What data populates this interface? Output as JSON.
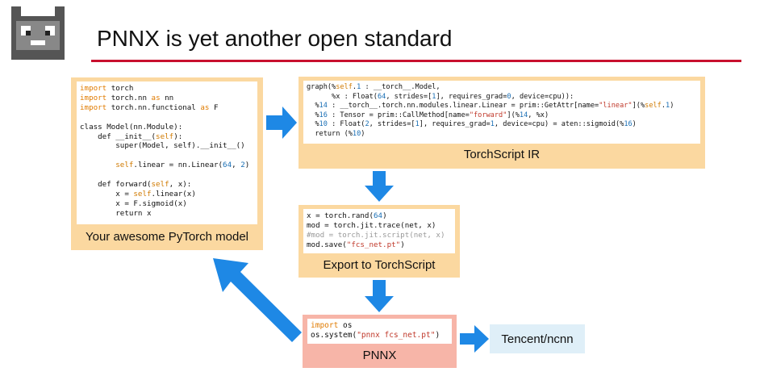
{
  "title": "PNNX is yet another open standard",
  "colors": {
    "accent_rule": "#c8102e",
    "arrow": "#1e88e5",
    "code_box": "#fbd8a0",
    "pnnx_box": "#f7b5a8",
    "ncnn_box": "#dfeff8"
  },
  "logo": {
    "name": "pixel-cat-logo-icon"
  },
  "pytorch_model": {
    "caption": "Your awesome PyTorch model",
    "code": [
      [
        {
          "t": "import",
          "c": "kw"
        },
        {
          "t": " torch"
        }
      ],
      [
        {
          "t": "import",
          "c": "kw"
        },
        {
          "t": " torch.nn "
        },
        {
          "t": "as",
          "c": "kw"
        },
        {
          "t": " nn"
        }
      ],
      [
        {
          "t": "import",
          "c": "kw"
        },
        {
          "t": " torch.nn.functional "
        },
        {
          "t": "as",
          "c": "kw"
        },
        {
          "t": " F"
        }
      ],
      [
        {
          "t": ""
        }
      ],
      [
        {
          "t": "class Model(nn.Module):"
        }
      ],
      [
        {
          "t": "    def __init__("
        },
        {
          "t": "self",
          "c": "kw2"
        },
        {
          "t": "):"
        }
      ],
      [
        {
          "t": "        super(Model, self).__init__()"
        }
      ],
      [
        {
          "t": ""
        }
      ],
      [
        {
          "t": "        "
        },
        {
          "t": "self",
          "c": "kw2"
        },
        {
          "t": ".linear = nn.Linear("
        },
        {
          "t": "64",
          "c": "num"
        },
        {
          "t": ", "
        },
        {
          "t": "2",
          "c": "num"
        },
        {
          "t": ")"
        }
      ],
      [
        {
          "t": ""
        }
      ],
      [
        {
          "t": "    def forward("
        },
        {
          "t": "self",
          "c": "kw2"
        },
        {
          "t": ", x):"
        }
      ],
      [
        {
          "t": "        x = "
        },
        {
          "t": "self",
          "c": "kw2"
        },
        {
          "t": ".linear(x)"
        }
      ],
      [
        {
          "t": "        x = F.sigmoid(x)"
        }
      ],
      [
        {
          "t": "        return x"
        }
      ]
    ]
  },
  "torchscript_ir": {
    "caption": "TorchScript IR",
    "code": [
      [
        {
          "t": "graph(%"
        },
        {
          "t": "self",
          "c": "kw2"
        },
        {
          "t": "."
        },
        {
          "t": "1",
          "c": "num"
        },
        {
          "t": " : __torch__.Model,"
        }
      ],
      [
        {
          "t": "      %x : Float("
        },
        {
          "t": "64",
          "c": "num"
        },
        {
          "t": ", strides=["
        },
        {
          "t": "1",
          "c": "num"
        },
        {
          "t": "], requires_grad="
        },
        {
          "t": "0",
          "c": "num"
        },
        {
          "t": ", device=cpu)):"
        }
      ],
      [
        {
          "t": "  %"
        },
        {
          "t": "14",
          "c": "num"
        },
        {
          "t": " : __torch__.torch.nn.modules.linear.Linear = prim::GetAttr[name="
        },
        {
          "t": "\"linear\"",
          "c": "str"
        },
        {
          "t": "](%"
        },
        {
          "t": "self",
          "c": "kw2"
        },
        {
          "t": "."
        },
        {
          "t": "1",
          "c": "num"
        },
        {
          "t": ")"
        }
      ],
      [
        {
          "t": "  %"
        },
        {
          "t": "16",
          "c": "num"
        },
        {
          "t": " : Tensor = prim::CallMethod[name="
        },
        {
          "t": "\"forward\"",
          "c": "str"
        },
        {
          "t": "](%"
        },
        {
          "t": "14",
          "c": "num"
        },
        {
          "t": ", %x)"
        }
      ],
      [
        {
          "t": "  %"
        },
        {
          "t": "10",
          "c": "num"
        },
        {
          "t": " : Float("
        },
        {
          "t": "2",
          "c": "num"
        },
        {
          "t": ", strides=["
        },
        {
          "t": "1",
          "c": "num"
        },
        {
          "t": "], requires_grad="
        },
        {
          "t": "1",
          "c": "num"
        },
        {
          "t": ", device=cpu) = aten::sigmoid(%"
        },
        {
          "t": "16",
          "c": "num"
        },
        {
          "t": ")"
        }
      ],
      [
        {
          "t": "  return (%"
        },
        {
          "t": "10",
          "c": "num"
        },
        {
          "t": ")"
        }
      ]
    ]
  },
  "export": {
    "caption": "Export to TorchScript",
    "code": [
      [
        {
          "t": "x = torch.rand("
        },
        {
          "t": "64",
          "c": "num"
        },
        {
          "t": ")"
        }
      ],
      [
        {
          "t": "mod = torch.jit.trace(net, x)"
        }
      ],
      [
        {
          "t": "#mod = torch.jit.script(net, x)",
          "c": "com"
        }
      ],
      [
        {
          "t": "mod.save("
        },
        {
          "t": "\"fcs_net.pt\"",
          "c": "str"
        },
        {
          "t": ")"
        }
      ]
    ]
  },
  "pnnx": {
    "caption": "PNNX",
    "code": [
      [
        {
          "t": "import",
          "c": "kw"
        },
        {
          "t": " os"
        }
      ],
      [
        {
          "t": "os.system("
        },
        {
          "t": "\"pnnx fcs_net.pt\"",
          "c": "str"
        },
        {
          "t": ")"
        }
      ]
    ]
  },
  "ncnn": {
    "label": "Tencent/ncnn"
  }
}
